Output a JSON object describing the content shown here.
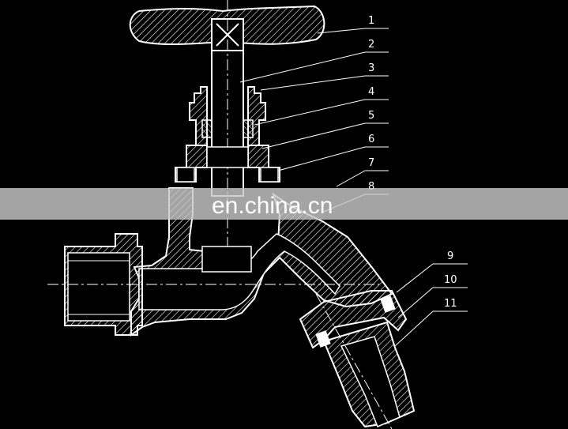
{
  "callouts": [
    {
      "n": "1"
    },
    {
      "n": "2"
    },
    {
      "n": "3"
    },
    {
      "n": "4"
    },
    {
      "n": "5"
    },
    {
      "n": "6"
    },
    {
      "n": "7"
    },
    {
      "n": "8"
    },
    {
      "n": "9"
    },
    {
      "n": "10"
    },
    {
      "n": "11"
    }
  ],
  "watermark": {
    "text": "en.china.cn"
  },
  "colors": {
    "background": "#000000",
    "line": "#ffffff",
    "band": "#c8c8c8"
  }
}
